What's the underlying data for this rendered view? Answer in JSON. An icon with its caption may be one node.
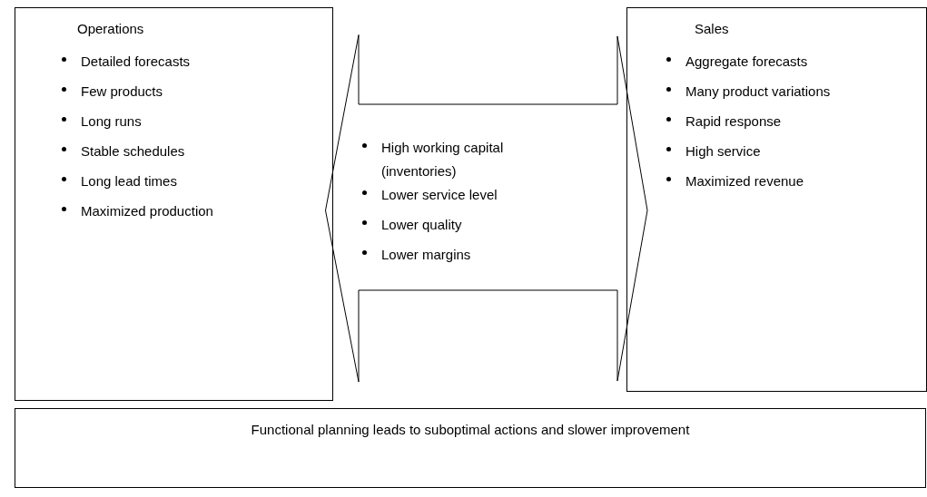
{
  "diagram": {
    "nodes": [
      {
        "text": [
          "Operations",
          "Detailed forecasts",
          "Few products",
          "Long runs",
          "Stable schedules",
          "Long lead times",
          "Maximized production"
        ]
      },
      {
        "text": [
          "High working capital (inventories)",
          "Lower service level",
          "Lower quality",
          "Lower margins"
        ]
      },
      {
        "text": [
          "Sales",
          "Aggregate forecasts",
          "Many product variations",
          "Rapid response",
          "High service",
          "Maximized revenue"
        ]
      },
      {
        "text": [
          "Functional planning leads to suboptimal actions and slower improvement"
        ]
      }
    ]
  }
}
